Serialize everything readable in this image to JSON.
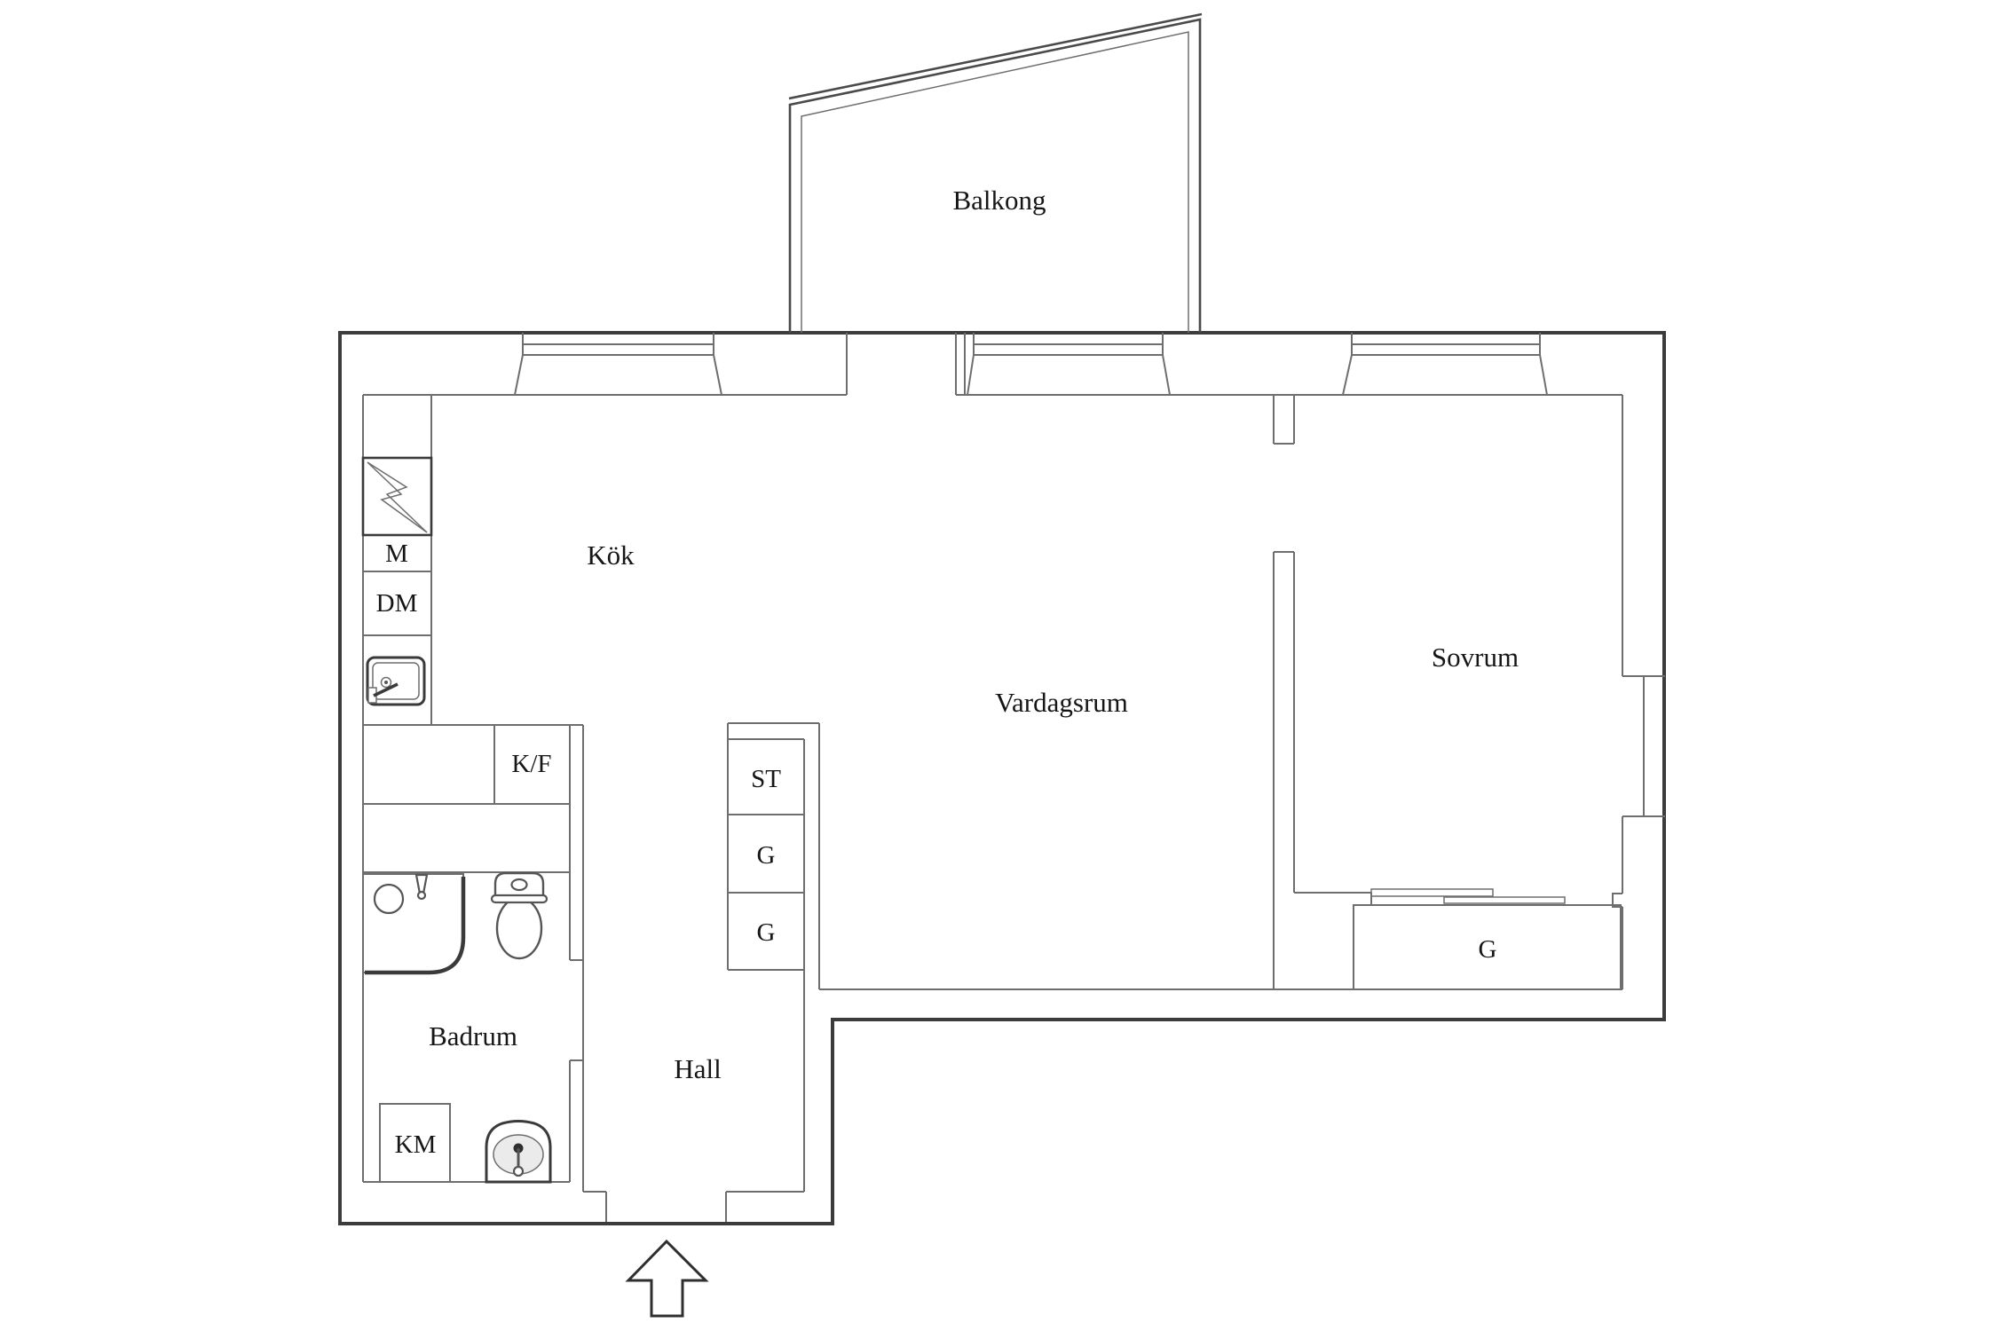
{
  "title": "Apartment floor plan",
  "labels": {
    "balcony": "Balkong",
    "kitchen": "Kök",
    "living_room": "Vardagsrum",
    "bedroom": "Sovrum",
    "bathroom": "Badrum",
    "hall": "Hall",
    "microwave": "M",
    "dishwasher": "DM",
    "fridge_freezer": "K/F",
    "storage_closet": "ST",
    "wardrobe_1": "G",
    "wardrobe_2": "G",
    "bedroom_wardrobe": "G",
    "washing_machine": "KM"
  },
  "icons": {
    "entrance_arrow": "up-arrow entrance marker",
    "stove": "lightning-bolt stove symbol",
    "kitchen_sink": "kitchen sink",
    "shower": "corner shower with drain",
    "toilet": "toilet",
    "washbasin": "washbasin",
    "right_wall_window": "window",
    "top_wall_windows": "windows"
  },
  "colors": {
    "wall": "#3c3c3c",
    "line": "#6e6e6e",
    "text": "#161616",
    "basin_fill": "#ebebeb",
    "bg": "#ffffff"
  }
}
